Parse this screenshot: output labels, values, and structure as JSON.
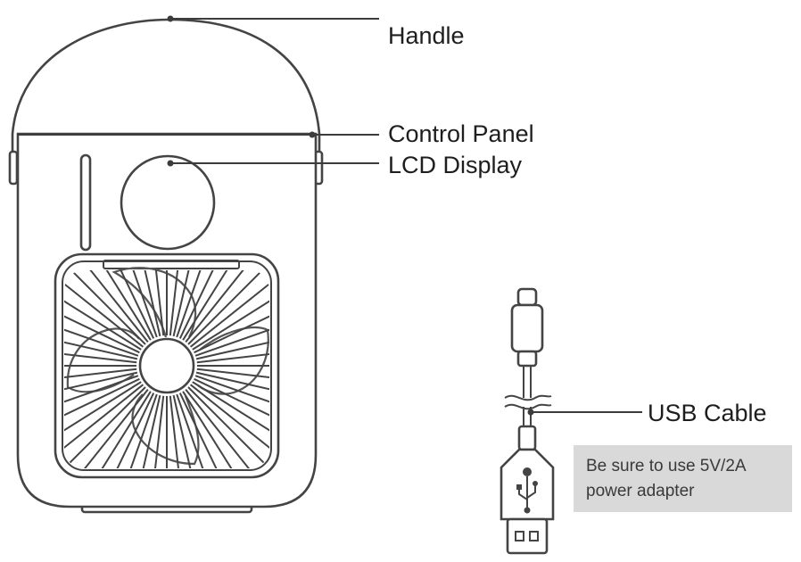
{
  "labels": {
    "handle": "Handle",
    "control_panel": "Control Panel",
    "lcd_display": "LCD Display",
    "usb_cable": "USB Cable"
  },
  "note": {
    "line1": "Be sure to use 5V/2A",
    "line2": "power adapter"
  },
  "colors": {
    "stroke": "#444444",
    "note_bg": "#d9d9d9",
    "text": "#1e1e1e"
  }
}
